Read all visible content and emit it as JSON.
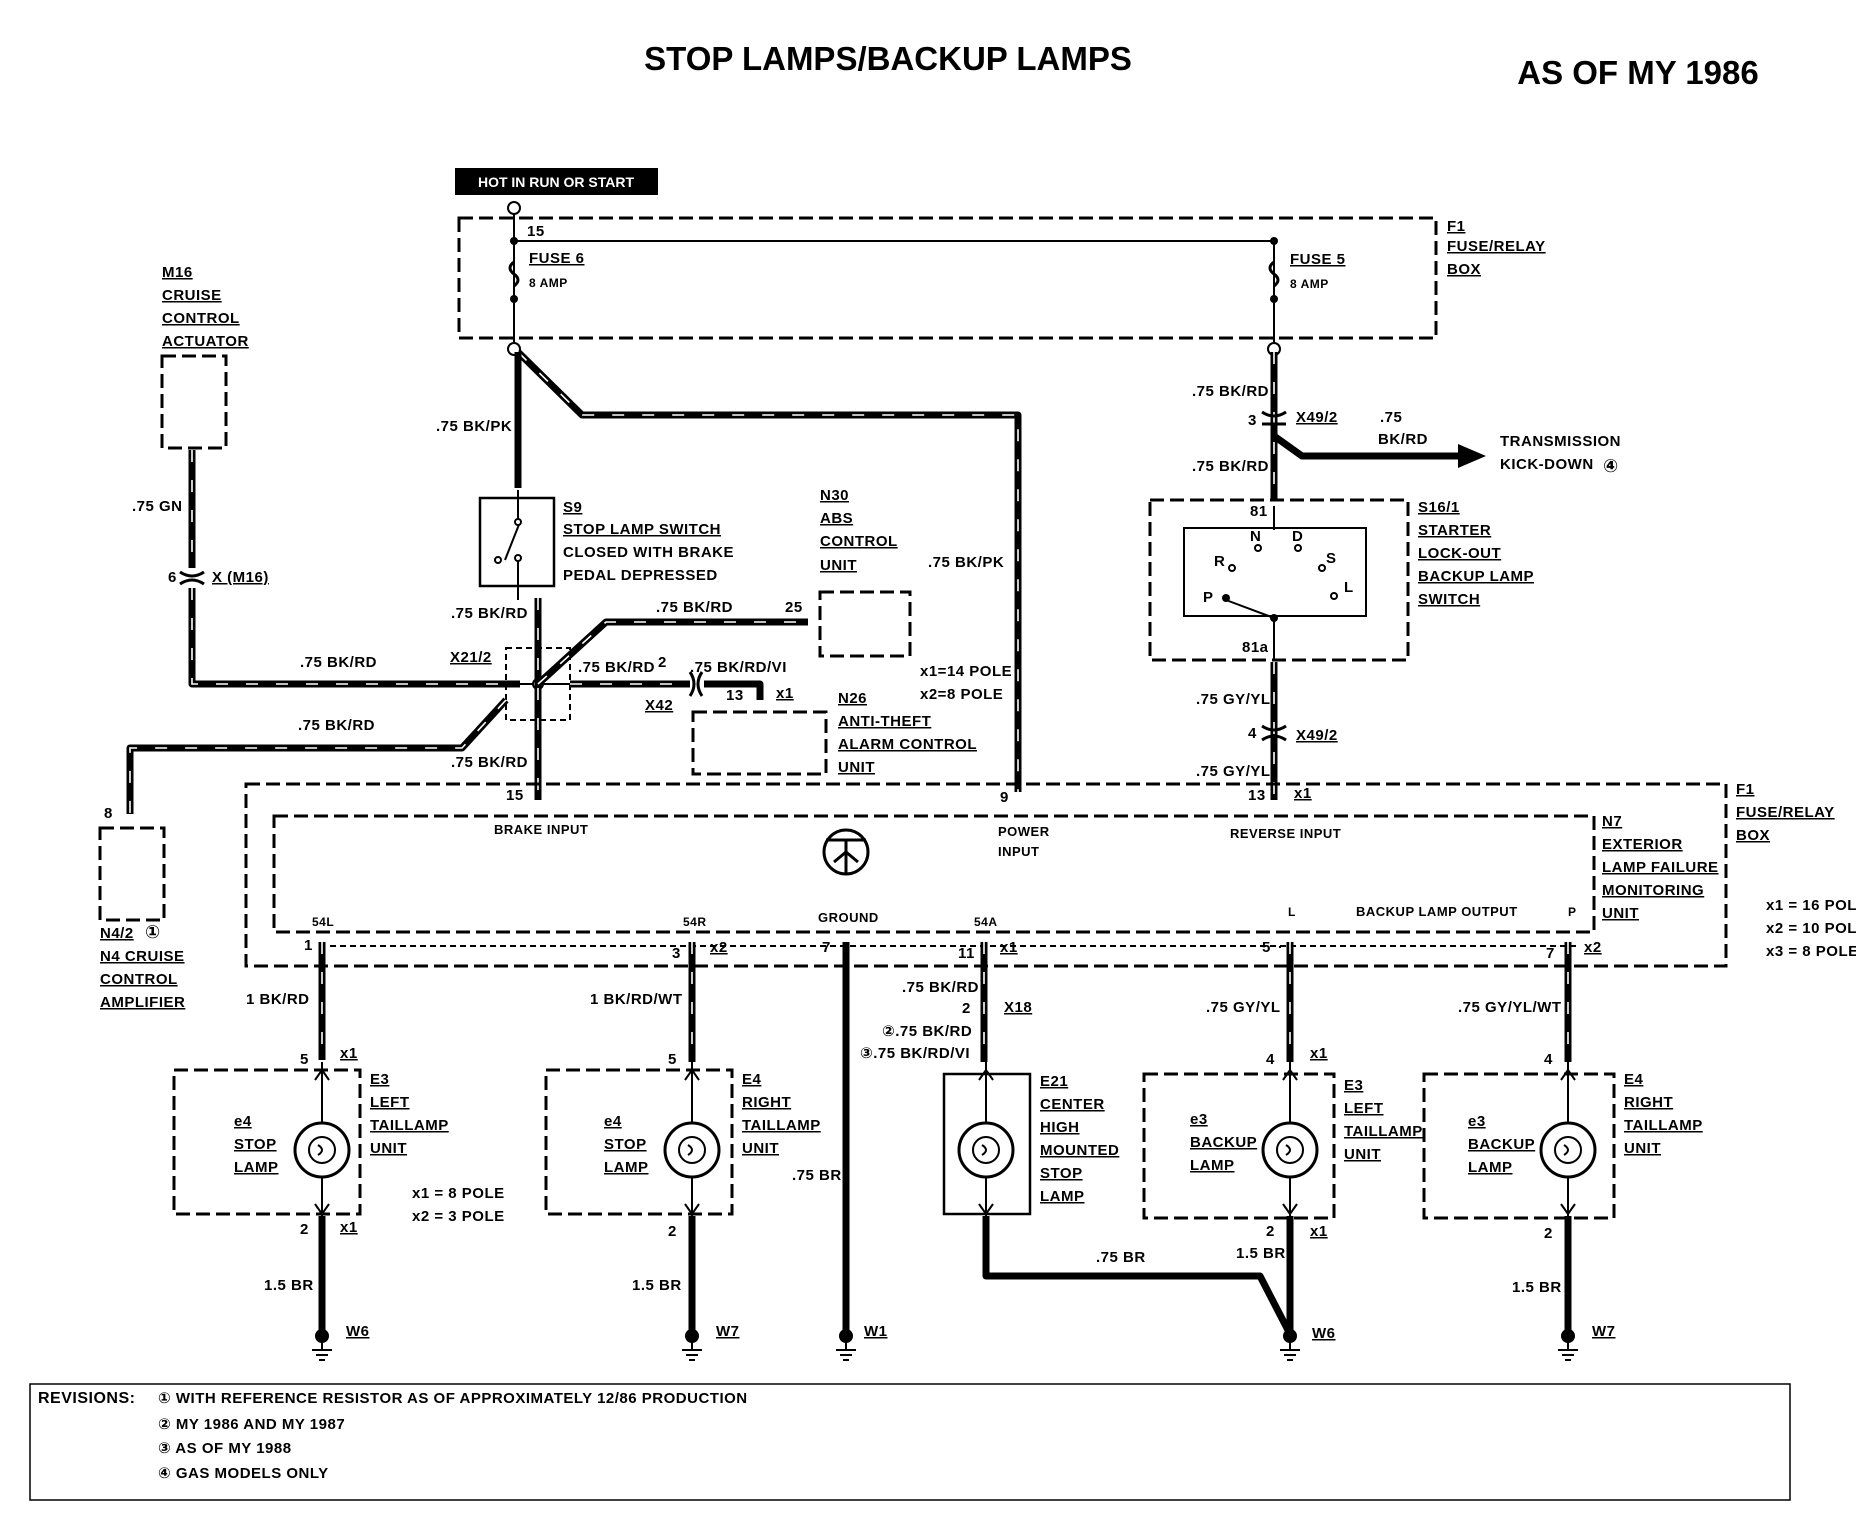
{
  "title": "STOP LAMPS/BACKUP LAMPS",
  "as_of": "AS OF MY 1986",
  "hot_label": "HOT IN RUN OR START",
  "fuse_box_top": {
    "id": "F1",
    "line1": "FUSE/RELAY",
    "line2": "BOX",
    "pin": "15"
  },
  "fuse6": {
    "name": "FUSE 6",
    "rating": "8 AMP"
  },
  "fuse5": {
    "name": "FUSE 5",
    "rating": "8 AMP"
  },
  "m16": {
    "id": "M16",
    "line1": "CRUISE",
    "line2": "CONTROL",
    "line3": "ACTUATOR"
  },
  "s9": {
    "id": "S9",
    "line1": "STOP LAMP SWITCH",
    "line2": "CLOSED WITH BRAKE",
    "line3": "PEDAL DEPRESSED"
  },
  "n30": {
    "id": "N30",
    "line1": "ABS",
    "line2": "CONTROL",
    "line3": "UNIT",
    "pin": "25"
  },
  "n26": {
    "id": "N26",
    "line1": "ANTI-THEFT",
    "line2": "ALARM CONTROL",
    "line3": "UNIT",
    "pin": "13",
    "conn": "x1"
  },
  "pole_note_mid": {
    "l1": "x1=14 POLE",
    "l2": "x2=8 POLE"
  },
  "n4": {
    "id": "N4/2",
    "rev": "①",
    "line1": "N4 CRUISE",
    "line2": "CONTROL",
    "line3": "AMPLIFIER",
    "pin": "8"
  },
  "s16": {
    "id": "S16/1",
    "line1": "STARTER",
    "line2": "LOCK-OUT",
    "line3": "BACKUP LAMP",
    "line4": "SWITCH",
    "pin_top": "81",
    "pin_bot": "81a",
    "pos_r": "R",
    "pos_n": "N",
    "pos_d": "D",
    "pos_s": "S",
    "pos_l": "L",
    "pos_p": "P"
  },
  "transmission": {
    "wire_size": ".75",
    "wire_color": "BK/RD",
    "line1": "TRANSMISSION",
    "line2": "KICK-DOWN",
    "rev": "④"
  },
  "n7": {
    "id": "N7",
    "line1": "EXTERIOR",
    "line2": "LAMP FAILURE",
    "line3": "MONITORING",
    "line4": "UNIT",
    "brake_input": "BRAKE INPUT",
    "power_input_1": "POWER",
    "power_input_2": "INPUT",
    "reverse_input": "REVERSE INPUT",
    "ground": "GROUND",
    "backup_output": "BACKUP LAMP OUTPUT",
    "pin_54l": "54L",
    "pin_54r": "54R",
    "pin_54a": "54A",
    "pin_l": "L",
    "pin_p": "P"
  },
  "fuse_box_mid": {
    "id": "F1",
    "line1": "FUSE/RELAY",
    "line2": "BOX"
  },
  "pole_note_right": {
    "l1": "x1 = 16 POLE",
    "l2": "x2 = 10 POLE",
    "l3": "x3 = 8 POLE"
  },
  "pole_note_left": {
    "l1": "x1 = 8 POLE",
    "l2": "x2 = 3 POLE"
  },
  "wires": {
    "bkpk_a": ".75 BK/PK",
    "bkpk_b": ".75 BK/PK",
    "gn": ".75 GN",
    "bkrd_1": ".75 BK/RD",
    "bkrd_2": ".75 BK/RD",
    "bkrd_3": ".75 BK/RD",
    "bkrd_4": ".75 BK/RD",
    "bkrd_5": ".75 BK/RD",
    "bkrd_6": ".75 BK/RD",
    "bkrdvi": ".75 BK/RD/VI",
    "bkrd_r1": ".75 BK/RD",
    "bkrd_r2": ".75 BK/RD",
    "gyyl_1": ".75 GY/YL",
    "gyyl_2": ".75 GY/YL",
    "w_1bkrd": "1 BK/RD",
    "w_1bkrdwt": "1 BK/RD/WT",
    "w_br": ".75 BR",
    "w_54a": ".75 BK/RD",
    "w_rev2": "②.75 BK/RD",
    "w_rev3": "③.75 BK/RD/VI",
    "w_gyyl": ".75 GY/YL",
    "w_gyylwt": ".75 GY/YL/WT",
    "br15_a": "1.5 BR",
    "br15_b": "1.5 BR",
    "br15_c": "1.5 BR",
    "br15_d": "1.5 BR",
    "br_e21": ".75 BR"
  },
  "connectors": {
    "xm16": "X (M16)",
    "xm16_pin": "6",
    "x21": "X21/2",
    "x42": "X42",
    "x42_pin": "2",
    "x49_top": "X49/2",
    "x49_top_pin": "3",
    "x49_bot": "X49/2",
    "x49_bot_pin": "4",
    "x18": "X18",
    "x18_pin": "2",
    "pin15": "15",
    "pin9": "9",
    "pin13": "13",
    "pin13_conn": "x1",
    "p1": "1",
    "p3": "3",
    "p3c": "x2",
    "p7": "7",
    "p11": "11",
    "p11c": "x1",
    "p5": "5",
    "p7r": "7",
    "p7rc": "x2"
  },
  "lamps": [
    {
      "comp_id": "E3",
      "line1": "LEFT",
      "line2": "TAILLAMP",
      "line3": "UNIT",
      "bulb_id": "e4",
      "bulb1": "STOP",
      "bulb2": "LAMP",
      "pin_top": "5",
      "pin_top_conn": "x1",
      "pin_bot": "2",
      "pin_bot_conn": "x1",
      "ground": "W6"
    },
    {
      "comp_id": "E4",
      "line1": "RIGHT",
      "line2": "TAILLAMP",
      "line3": "UNIT",
      "bulb_id": "e4",
      "bulb1": "STOP",
      "bulb2": "LAMP",
      "pin_top": "5",
      "pin_top_conn": "",
      "pin_bot": "2",
      "pin_bot_conn": "",
      "ground": "W7"
    },
    {
      "comp_id": "E21",
      "line1": "CENTER",
      "line2": "HIGH",
      "line3": "MOUNTED",
      "line4": "STOP",
      "line5": "LAMP",
      "ground": "W1"
    },
    {
      "comp_id": "E3",
      "line1": "LEFT",
      "line2": "TAILLAMP",
      "line3": "UNIT",
      "bulb_id": "e3",
      "bulb1": "BACKUP",
      "bulb2": "LAMP",
      "pin_top": "4",
      "pin_top_conn": "x1",
      "pin_bot": "2",
      "pin_bot_conn": "x1",
      "ground": "W6"
    },
    {
      "comp_id": "E4",
      "line1": "RIGHT",
      "line2": "TAILLAMP",
      "line3": "UNIT",
      "bulb_id": "e3",
      "bulb1": "BACKUP",
      "bulb2": "LAMP",
      "pin_top": "4",
      "pin_top_conn": "",
      "pin_bot": "2",
      "pin_bot_conn": "",
      "ground": "W7"
    }
  ],
  "revisions": {
    "heading": "REVISIONS:",
    "items": [
      "① WITH REFERENCE RESISTOR AS OF APPROXIMATELY 12/86 PRODUCTION",
      "② MY 1986 AND MY 1987",
      "③ AS OF MY 1988",
      "④ GAS MODELS ONLY"
    ]
  }
}
